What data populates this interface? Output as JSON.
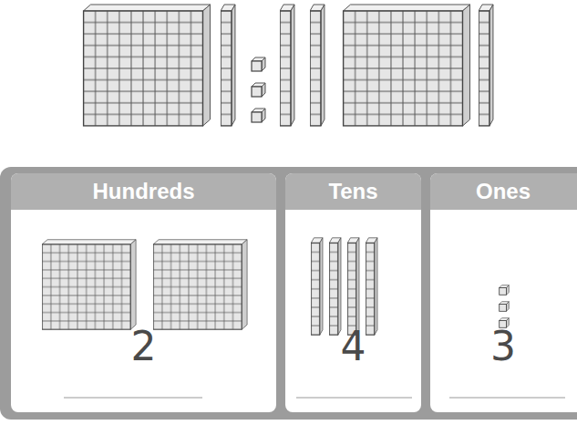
{
  "diagram": {
    "nodes": [
      {
        "text": [
          "Hundreds",
          "2"
        ]
      },
      {
        "text": [
          "Tens",
          "4"
        ]
      },
      {
        "text": [
          "Ones",
          "3"
        ]
      }
    ]
  }
}
